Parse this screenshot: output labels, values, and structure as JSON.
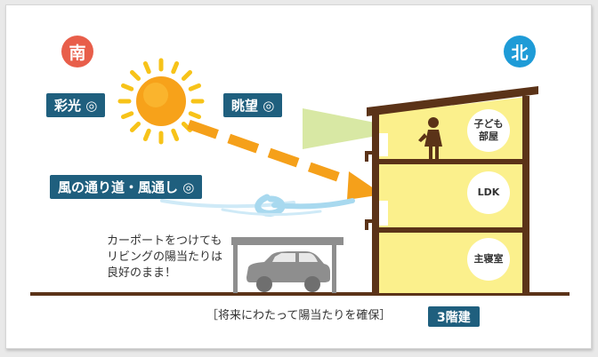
{
  "directions": {
    "south": "南",
    "north": "北"
  },
  "colors": {
    "south_badge": "#e85e4a",
    "north_badge": "#1e9bd7",
    "label_bg": "#1f5f7e",
    "sun_core": "#f7a21a",
    "sun_rays": "#f7c319",
    "ray_arrow": "#f5a01a",
    "view_beam": "#d4e59a",
    "house_wall": "#fbf08c",
    "house_frame": "#5b3318",
    "carport": "#8e8e8e",
    "wind": "#a8d9ef",
    "ground": "#5b3318"
  },
  "labels": {
    "daylight": "彩光 ◎",
    "view": "眺望 ◎",
    "ventilation": "風の通り道・風通し ◎"
  },
  "rooms": [
    {
      "id": "kids",
      "lines": [
        "子ども",
        "部屋"
      ]
    },
    {
      "id": "ldk",
      "lines": [
        "LDK"
      ]
    },
    {
      "id": "bedroom",
      "lines": [
        "主寝室"
      ]
    }
  ],
  "carport_note": [
    "カーポートをつけても",
    "リビングの陽当たりは",
    "良好のまま！"
  ],
  "caption": "［将来にわたって陽当たりを確保］",
  "floors_badge": "3階建"
}
